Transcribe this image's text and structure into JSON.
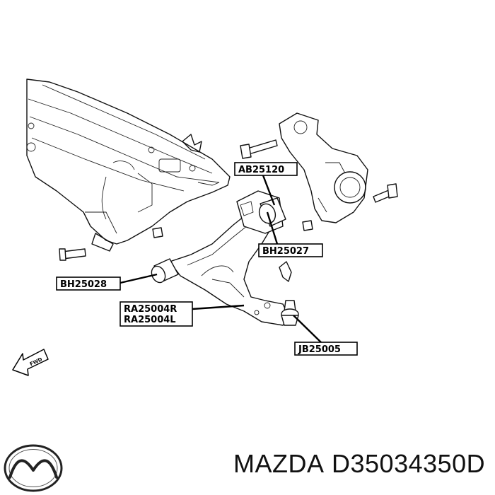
{
  "labels": {
    "ab25120": "AB25120",
    "bh25027": "BH25027",
    "bh25028": "BH25028",
    "ra25004r": "RA25004R",
    "ra25004l": "RA25004L",
    "jb25005": "JB25005"
  },
  "direction_arrow": "FWD",
  "brand": "MAZDA",
  "part_number": "D35034350D",
  "logo_icon": "mazda-logo-icon"
}
